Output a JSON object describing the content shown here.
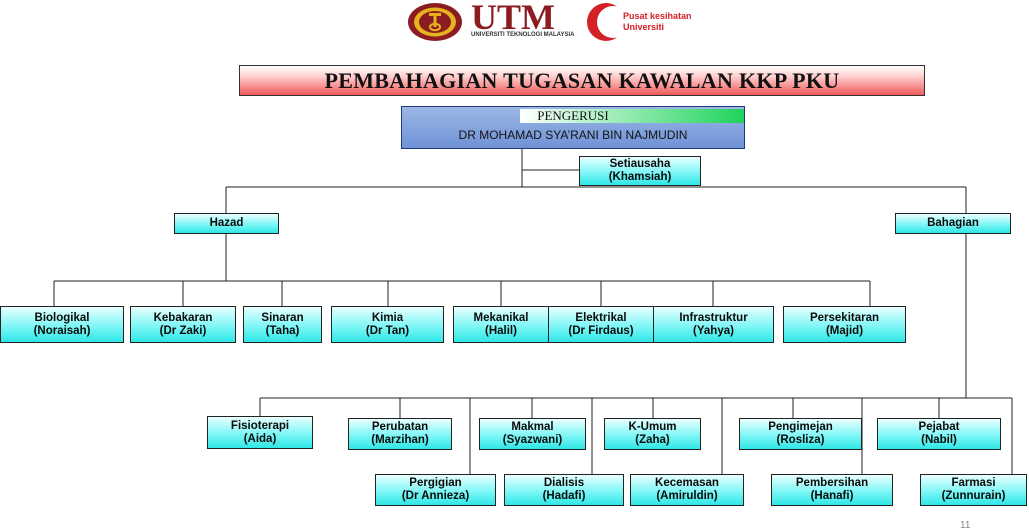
{
  "header": {
    "utm_wordmark": "UTM",
    "utm_subtitle": "UNIVERSITI TEKNOLOGI MALAYSIA",
    "pk_line1": "Pusat kesihatan",
    "pk_line2": "Universiti",
    "title": "PEMBAHAGIAN TUGASAN KAWALAN KKP PKU"
  },
  "colors": {
    "title_gradient_end": "#f05a5a",
    "chair_box": "#7f9fdc",
    "node_fill": "#5ff0f0",
    "utm_red": "#8a1c22",
    "pk_red": "#d42027"
  },
  "chair": {
    "role": "PENGERUSI",
    "name": "DR MOHAMAD SYA’RANI BIN NAJMUDIN"
  },
  "secretary": {
    "line1": "Setiausaha",
    "line2": "(Khamsiah)"
  },
  "hazad": {
    "label": "Hazad",
    "items": [
      {
        "line1": "Biologikal",
        "line2": "(Noraisah)"
      },
      {
        "line1": "Kebakaran",
        "line2": "(Dr Zaki)"
      },
      {
        "line1": "Sinaran",
        "line2": "(Taha)"
      },
      {
        "line1": "Kimia",
        "line2": "(Dr Tan)"
      },
      {
        "line1": "Mekanikal",
        "line2": "(Halil)"
      },
      {
        "line1": "Elektrikal",
        "line2": "(Dr Firdaus)"
      },
      {
        "line1": "Infrastruktur",
        "line2": "(Yahya)"
      },
      {
        "line1": "Persekitaran",
        "line2": "(Majid)"
      }
    ]
  },
  "bahagian": {
    "label": "Bahagian",
    "upper": [
      {
        "line1": "Fisioterapi",
        "line2": "(Aida)"
      },
      {
        "line1": "Perubatan",
        "line2": "(Marzihan)"
      },
      {
        "line1": "Makmal",
        "line2": "(Syazwani)"
      },
      {
        "line1": "K-Umum",
        "line2": "(Zaha)"
      },
      {
        "line1": "Pengimejan",
        "line2": "(Rosliza)"
      },
      {
        "line1": "Pejabat",
        "line2": "(Nabil)"
      }
    ],
    "lower": [
      {
        "line1": "Pergigian",
        "line2": "(Dr Annieza)"
      },
      {
        "line1": "Dialisis",
        "line2": "(Hadafi)"
      },
      {
        "line1": "Kecemasan",
        "line2": "(Amiruldin)"
      },
      {
        "line1": "Pembersihan",
        "line2": "(Hanafi)"
      },
      {
        "line1": "Farmasi",
        "line2": "(Zunnurain)"
      }
    ]
  },
  "page_number": "11"
}
